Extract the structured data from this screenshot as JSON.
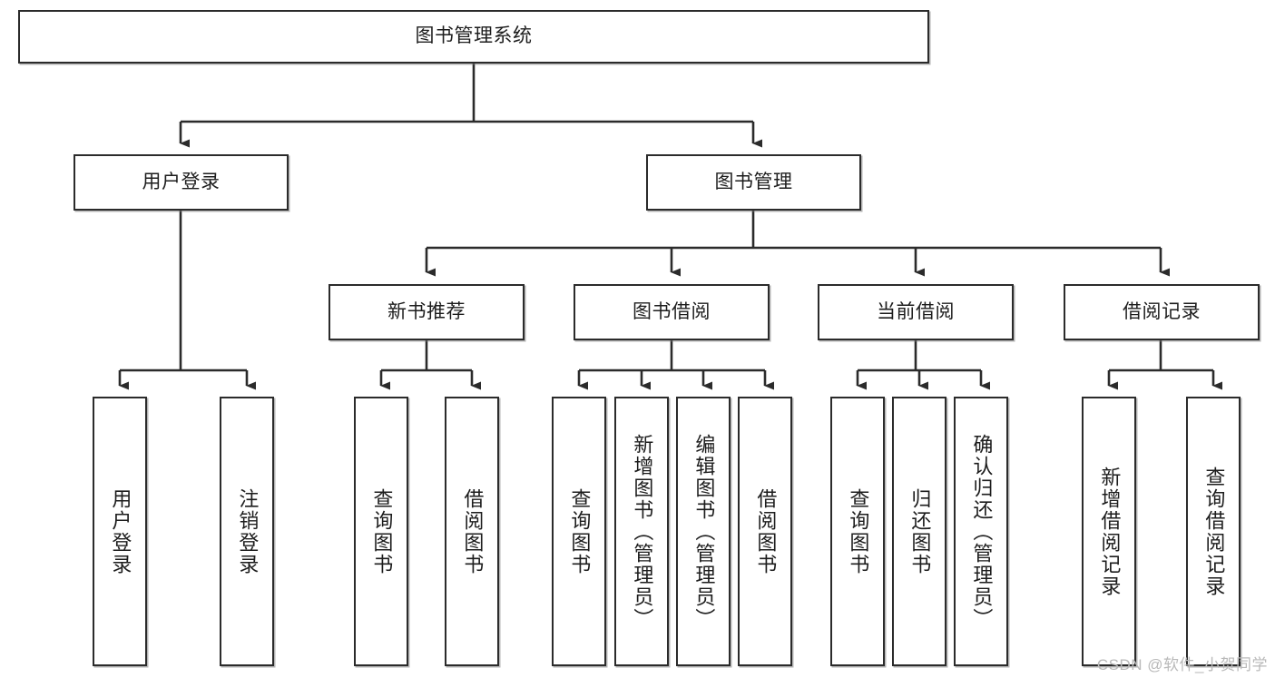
{
  "diagram": {
    "type": "tree",
    "title": "图书管理系统",
    "watermark": "CSDN @软件_小贺同学",
    "colors": {
      "box_border": "#2b2b2b",
      "box_fill": "#ffffff",
      "edge": "#2b2b2b",
      "text": "#1d1d1d",
      "watermark": "#b9b9b9"
    },
    "nodes": {
      "root": {
        "label": "图书管理系统",
        "level": 1,
        "orientation": "horizontal"
      },
      "user_login": {
        "label": "用户登录",
        "level": 2,
        "orientation": "horizontal"
      },
      "book_manage": {
        "label": "图书管理",
        "level": 2,
        "orientation": "horizontal"
      },
      "new_book_rec": {
        "label": "新书推荐",
        "level": 3,
        "orientation": "horizontal"
      },
      "book_borrow": {
        "label": "图书借阅",
        "level": 3,
        "orientation": "horizontal"
      },
      "current_borrow": {
        "label": "当前借阅",
        "level": 3,
        "orientation": "horizontal"
      },
      "borrow_record": {
        "label": "借阅记录",
        "level": 3,
        "orientation": "horizontal"
      },
      "leaf_user_login": {
        "label": "用户登录",
        "level": 4,
        "orientation": "vertical"
      },
      "leaf_logout": {
        "label": "注销登录",
        "level": 4,
        "orientation": "vertical"
      },
      "leaf_query_book_1": {
        "label": "查询图书",
        "level": 4,
        "orientation": "vertical"
      },
      "leaf_borrow_book_1": {
        "label": "借阅图书",
        "level": 4,
        "orientation": "vertical"
      },
      "leaf_query_book_2": {
        "label": "查询图书",
        "level": 4,
        "orientation": "vertical"
      },
      "leaf_add_book": {
        "label": "新增图书（管理员）",
        "level": 4,
        "orientation": "vertical"
      },
      "leaf_edit_book": {
        "label": "编辑图书（管理员）",
        "level": 4,
        "orientation": "vertical"
      },
      "leaf_borrow_book_2": {
        "label": "借阅图书",
        "level": 4,
        "orientation": "vertical"
      },
      "leaf_query_book_3": {
        "label": "查询图书",
        "level": 4,
        "orientation": "vertical"
      },
      "leaf_return_book": {
        "label": "归还图书",
        "level": 4,
        "orientation": "vertical"
      },
      "leaf_confirm_return": {
        "label": "确认归还（管理员）",
        "level": 4,
        "orientation": "vertical"
      },
      "leaf_add_record": {
        "label": "新增借阅记录",
        "level": 4,
        "orientation": "vertical"
      },
      "leaf_query_record": {
        "label": "查询借阅记录",
        "level": 4,
        "orientation": "vertical"
      }
    },
    "edges": [
      {
        "from": "root",
        "to": "user_login"
      },
      {
        "from": "root",
        "to": "book_manage"
      },
      {
        "from": "book_manage",
        "to": "new_book_rec"
      },
      {
        "from": "book_manage",
        "to": "book_borrow"
      },
      {
        "from": "book_manage",
        "to": "current_borrow"
      },
      {
        "from": "book_manage",
        "to": "borrow_record"
      },
      {
        "from": "user_login",
        "to": "leaf_user_login"
      },
      {
        "from": "user_login",
        "to": "leaf_logout"
      },
      {
        "from": "new_book_rec",
        "to": "leaf_query_book_1"
      },
      {
        "from": "new_book_rec",
        "to": "leaf_borrow_book_1"
      },
      {
        "from": "book_borrow",
        "to": "leaf_query_book_2"
      },
      {
        "from": "book_borrow",
        "to": "leaf_add_book"
      },
      {
        "from": "book_borrow",
        "to": "leaf_edit_book"
      },
      {
        "from": "book_borrow",
        "to": "leaf_borrow_book_2"
      },
      {
        "from": "current_borrow",
        "to": "leaf_query_book_3"
      },
      {
        "from": "current_borrow",
        "to": "leaf_return_book"
      },
      {
        "from": "current_borrow",
        "to": "leaf_confirm_return"
      },
      {
        "from": "borrow_record",
        "to": "leaf_add_record"
      },
      {
        "from": "borrow_record",
        "to": "leaf_query_record"
      }
    ]
  }
}
